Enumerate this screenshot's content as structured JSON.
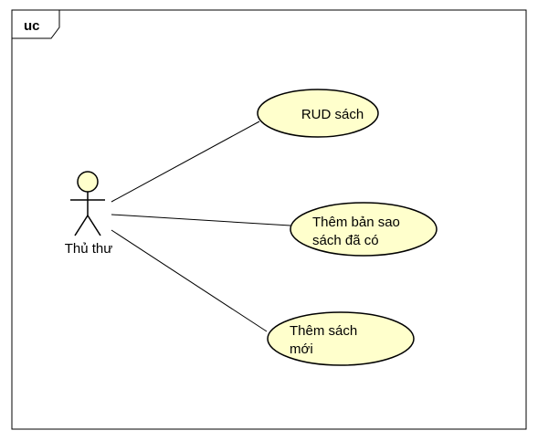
{
  "frame": {
    "label": "uc"
  },
  "actor": {
    "name": "Thủ thư",
    "fill": "#ffffcc",
    "stroke": "#000000"
  },
  "use_cases": [
    {
      "line1": "RUD sách",
      "line2": ""
    },
    {
      "line1": "Thêm bản sao",
      "line2": "sách đã có"
    },
    {
      "line1": "Thêm sách",
      "line2": "mới"
    }
  ],
  "colors": {
    "use_case_fill": "#ffffcc",
    "stroke": "#000000",
    "background": "#ffffff"
  }
}
